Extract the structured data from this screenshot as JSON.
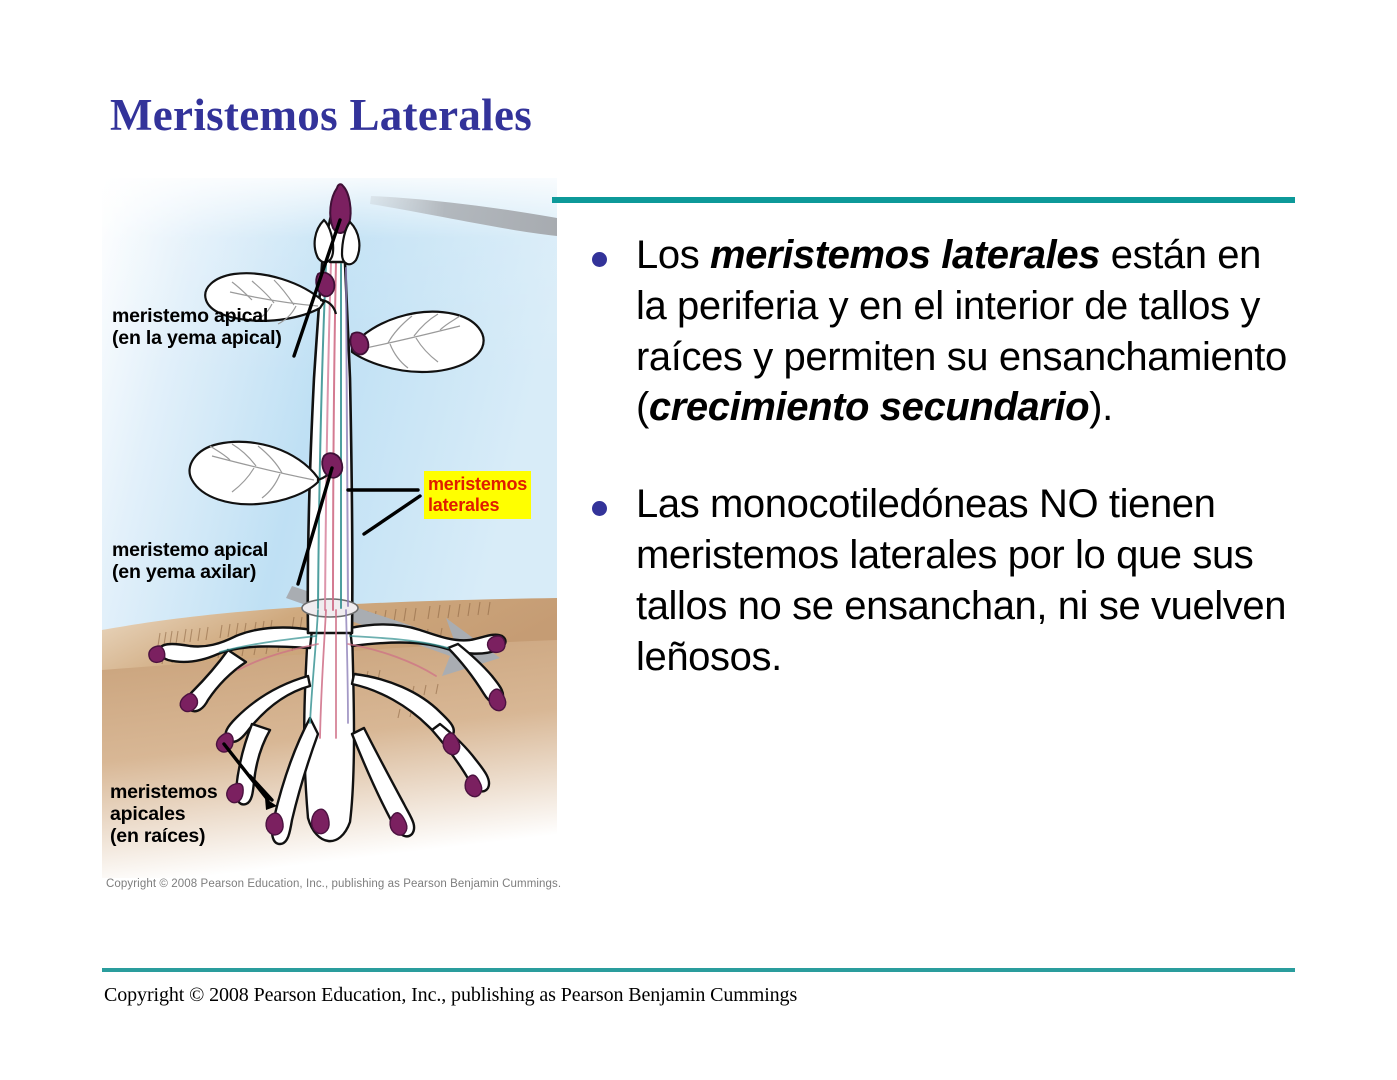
{
  "slide": {
    "title": "Meristemos Laterales",
    "accent_color": "#0d9999",
    "title_color": "#33339a",
    "bullet_color": "#333399",
    "highlight_bg_color": "#ffff00",
    "highlight_text_color": "#e01b00"
  },
  "figure": {
    "caption": "Copyright © 2008 Pearson Education, Inc., publishing as Pearson Benjamin Cummings.",
    "labels": [
      {
        "id": "apical-shoot",
        "line1": "meristemo apical",
        "line2": "(en la yema apical)"
      },
      {
        "id": "apical-axillary",
        "line1": "meristemo apical",
        "line2": "(en yema axilar)"
      },
      {
        "id": "apical-roots",
        "line1": "meristemos",
        "line2": "apicales",
        "line3": "(en raíces)"
      }
    ],
    "highlight_label": {
      "line1": "meristemos",
      "line2": "laterales"
    }
  },
  "content": {
    "bullets": [
      {
        "id": "meristemos-laterales",
        "segments": [
          {
            "text": "Los ",
            "emphasis": false
          },
          {
            "text": "meristemos laterales",
            "emphasis": true
          },
          {
            "text": " están en la periferia y en el interior de tallos y raíces y permiten su ensanchamiento (",
            "emphasis": false
          },
          {
            "text": "crecimiento secundario",
            "emphasis": true
          },
          {
            "text": ").",
            "emphasis": false
          }
        ]
      },
      {
        "id": "monocotiledoneas",
        "segments": [
          {
            "text": "Las monocotiledóneas NO tienen meristemos laterales por lo que sus tallos no se ensanchan, ni se vuelven leñosos.",
            "emphasis": false
          }
        ]
      }
    ]
  },
  "footer": {
    "copyright": "Copyright © 2008 Pearson Education, Inc., publishing as Pearson Benjamin Cummings"
  }
}
